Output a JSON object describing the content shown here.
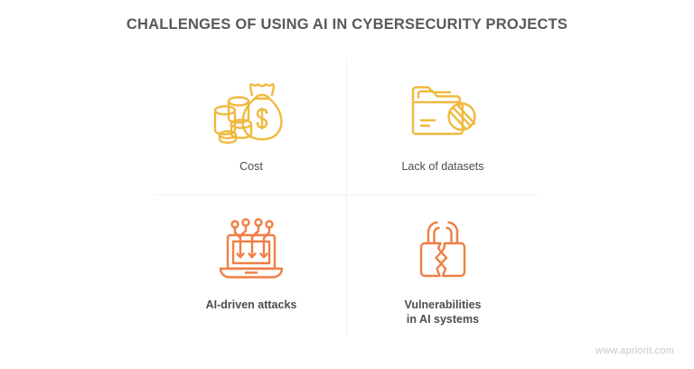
{
  "header": {
    "title": "CHALLENGES OF USING AI IN CYBERSECURITY PROJECTS",
    "title_color": "#58595b"
  },
  "theme": {
    "background": "#ffffff",
    "accent_yellow": "#f0b93f",
    "accent_orange": "#ef7f45",
    "divider": "#f2f2f3",
    "label_color": "#4d4d4f",
    "footer_color": "#c9c9cc"
  },
  "items": [
    {
      "label": "Cost",
      "icon": "money-bag-coins-icon",
      "color": "#f0b93f",
      "bold": false
    },
    {
      "label": "Lack of datasets",
      "icon": "folder-prohibited-icon",
      "color": "#f0b93f",
      "bold": false
    },
    {
      "label": "AI-driven attacks",
      "icon": "laptop-neural-attack-icon",
      "color": "#ef7f45",
      "bold": true
    },
    {
      "label": "Vulnerabilities\nin AI systems",
      "icon": "broken-padlock-icon",
      "color": "#ef7f45",
      "bold": true
    }
  ],
  "footer": {
    "website": "www.apriorit.com"
  }
}
